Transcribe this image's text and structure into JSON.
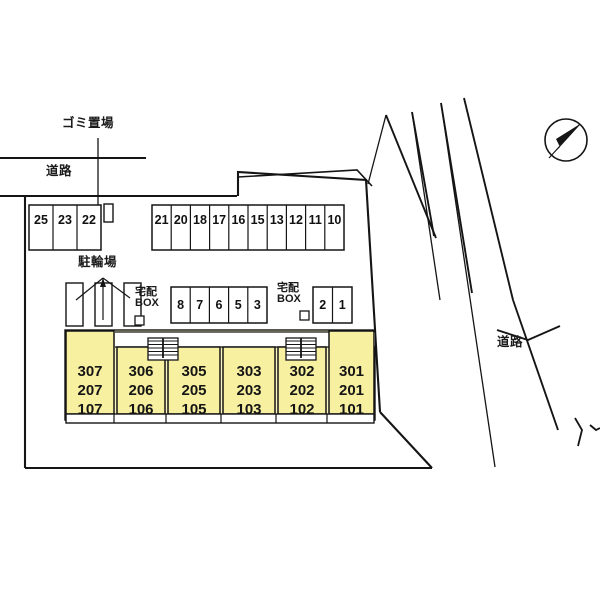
{
  "meta": {
    "plan_title": "",
    "bg_color": "#ffffff",
    "ink_color": "#151515",
    "unit_fill": "#f7f0a0",
    "unit_fill_light": "#faf6c4",
    "stair_fill": "#ffffff"
  },
  "annotations": {
    "gomi": "ゴミ置場",
    "road_top": "道路",
    "road_right": "道路",
    "bike": "駐輪場",
    "delivery_box_left": "宅配\nBOX",
    "delivery_box_right": "宅配\nBOX",
    "compass": "north-arrow"
  },
  "parking": {
    "row_top_left": [
      "25",
      "23",
      "22"
    ],
    "row_top_right": [
      "21",
      "20",
      "18",
      "17",
      "16",
      "15",
      "13",
      "12",
      "11",
      "10"
    ],
    "row_mid_left": [
      "8",
      "7",
      "6",
      "5",
      "3"
    ],
    "row_mid_right": [
      "2",
      "1"
    ]
  },
  "bike_racks": {
    "count": 3
  },
  "building": {
    "units": [
      {
        "labels": "307\n207\n107"
      },
      {
        "labels": "306\n206\n106"
      },
      {
        "labels": "305\n205\n105"
      },
      {
        "labels": "303\n203\n103"
      },
      {
        "labels": "302\n202\n102"
      },
      {
        "labels": "301\n201\n101"
      }
    ],
    "stair_count": 2
  }
}
